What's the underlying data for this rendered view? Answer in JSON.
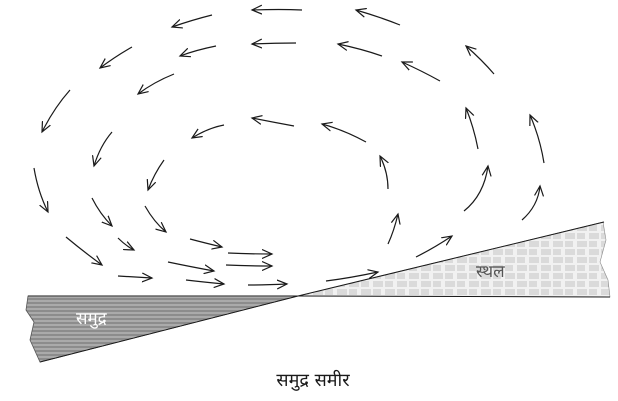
{
  "labels": {
    "sea": "समुद्र",
    "land": "स्थल",
    "caption": "समुद्र समीर"
  },
  "colors": {
    "ink": "#1a1a1a",
    "sea_fill": "#8c8c8c",
    "sea_lines": "#d8d8d8",
    "land_fill": "#f1f1f1",
    "land_pattern": "#b9b9b9",
    "land_label": "#555555"
  }
}
